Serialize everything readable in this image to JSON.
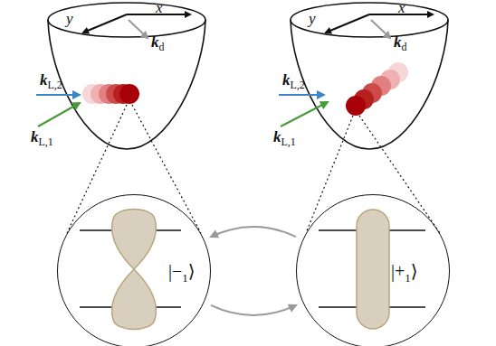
{
  "diagram": {
    "nodes": [
      {
        "text": [
          "|−1⟩"
        ]
      },
      {
        "text": [
          "|+1⟩"
        ]
      }
    ],
    "edges": [
      {
        "from": 1,
        "to": 0,
        "arrow": "to"
      },
      {
        "from": 0,
        "to": 1,
        "arrow": "to"
      }
    ],
    "labels": [
      "x",
      "y",
      "kd",
      "kL,2",
      "kL,1",
      "x",
      "y",
      "kd",
      "kL,2",
      "kL,1"
    ]
  }
}
